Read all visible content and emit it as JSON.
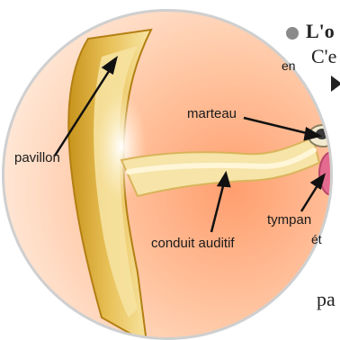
{
  "diagram": {
    "labels": {
      "pavillon": "pavillon",
      "marteau": "marteau",
      "tympan": "tympan",
      "conduit": "conduit auditif",
      "en_fragment": "en",
      "et_fragment": "ét"
    }
  },
  "background_page": {
    "heading_fragment": "L'o",
    "line1_fragment": "C'e",
    "line2_fragment": "pa"
  },
  "colors": {
    "cartilage": "#d8a833",
    "cartilage_light": "#f4de94",
    "skin": "#ffb98c",
    "tympan": "#e46a8f",
    "bone": "#f2ead0"
  }
}
